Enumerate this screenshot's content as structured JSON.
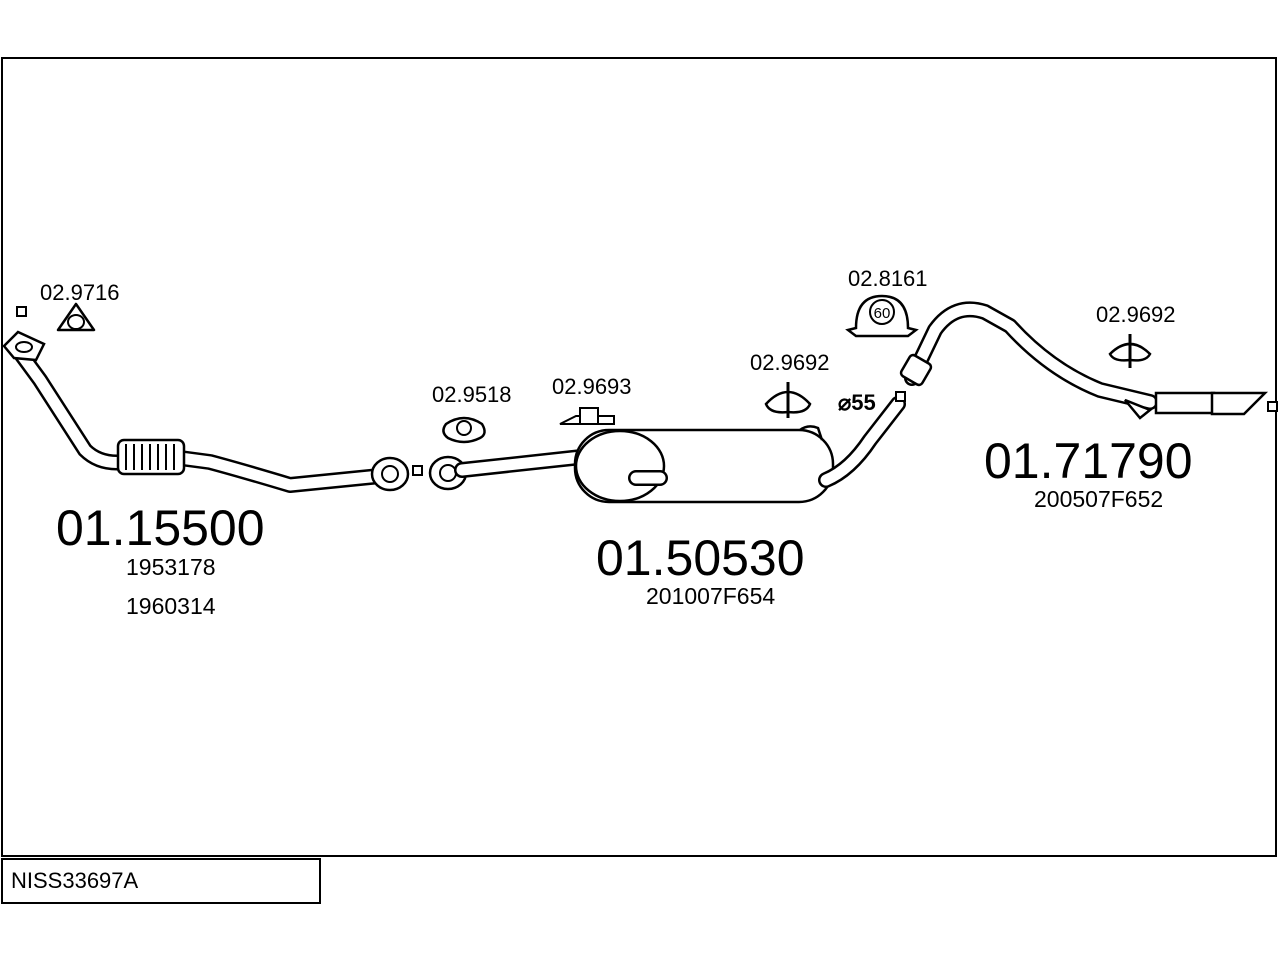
{
  "diagram_code": "NISS33697A",
  "sections": [
    {
      "part_number": "01.15500",
      "oem_refs": [
        "1953178",
        "1960314"
      ]
    },
    {
      "part_number": "01.50530",
      "oem_refs": [
        "201007F654"
      ]
    },
    {
      "part_number": "01.71790",
      "oem_refs": [
        "200507F652"
      ]
    }
  ],
  "accessories": [
    {
      "id": "02.9716",
      "icon": "flange-gasket-icon"
    },
    {
      "id": "02.9518",
      "icon": "gasket-icon"
    },
    {
      "id": "02.9693",
      "icon": "bracket-icon"
    },
    {
      "id": "02.9692",
      "icon": "rubber-hanger-icon"
    },
    {
      "id": "02.8161",
      "icon": "clamp-icon",
      "size": "60"
    },
    {
      "id": "02.9692",
      "icon": "rubber-hanger-icon"
    }
  ],
  "diameter_label": "⌀55"
}
